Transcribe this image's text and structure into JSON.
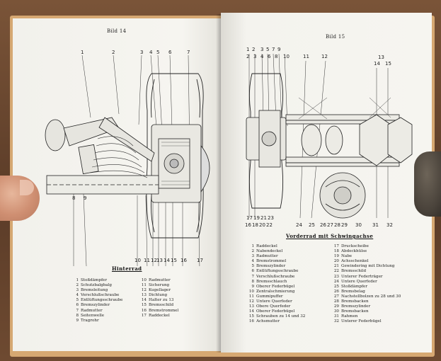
{
  "left_page": {
    "figure_title": "Bild 14",
    "callouts_top": [
      "1",
      "2",
      "3",
      "4",
      "5",
      "6",
      "7"
    ],
    "callouts_left": [
      "8",
      "9"
    ],
    "callouts_bottom": [
      "10",
      "11",
      "12",
      "13",
      "14",
      "15",
      "16",
      "17"
    ],
    "caption": "Hinterrad",
    "legend_col1": [
      {
        "num": "1",
        "text": "Stoßdämpfer"
      },
      {
        "num": "2",
        "text": "Schutzbalgbalg"
      },
      {
        "num": "3",
        "text": "Bremsleitung"
      },
      {
        "num": "4",
        "text": "Verschlußschraube"
      },
      {
        "num": "5",
        "text": "Entlüftungsschraube"
      },
      {
        "num": "6",
        "text": "Bremszylinder"
      },
      {
        "num": "7",
        "text": "Radmutter"
      },
      {
        "num": "8",
        "text": "Seitenwelle"
      },
      {
        "num": "9",
        "text": "Tragrohr"
      }
    ],
    "legend_col2": [
      {
        "num": "10",
        "text": "Radmutter"
      },
      {
        "num": "11",
        "text": "Sicherung"
      },
      {
        "num": "12",
        "text": "Kugellager"
      },
      {
        "num": "13",
        "text": "Dichtung"
      },
      {
        "num": "14",
        "text": "Halter zu 13"
      },
      {
        "num": "15",
        "text": "Bremsschild"
      },
      {
        "num": "16",
        "text": "Bremstrommel"
      },
      {
        "num": "17",
        "text": "Raddeckel"
      }
    ]
  },
  "right_page": {
    "figure_title": "Bild 15",
    "callouts_top": [
      "1",
      "2",
      "3",
      "4",
      "5",
      "6",
      "7",
      "8",
      "9",
      "10",
      "11",
      "12",
      "13",
      "14",
      "15"
    ],
    "callouts_bottom": [
      "16",
      "17",
      "18",
      "19",
      "20",
      "21",
      "22",
      "23",
      "24",
      "25",
      "26",
      "27",
      "28",
      "29",
      "30",
      "31",
      "32"
    ],
    "caption": "Vorderrad mit Schwingachse",
    "legend_col1": [
      {
        "num": "1",
        "text": "Raddeckel"
      },
      {
        "num": "2",
        "text": "Nabendeckel"
      },
      {
        "num": "3",
        "text": "Radmutter"
      },
      {
        "num": "4",
        "text": "Bremstrommel"
      },
      {
        "num": "5",
        "text": "Bremszylinder"
      },
      {
        "num": "6",
        "text": "Entlüftungsschraube"
      },
      {
        "num": "7",
        "text": "Verschlußschraube"
      },
      {
        "num": "8",
        "text": "Bremsschlauch"
      },
      {
        "num": "9",
        "text": "Oberer Federbügel"
      },
      {
        "num": "10",
        "text": "Zentralschmierung"
      },
      {
        "num": "11",
        "text": "Gummipuffer"
      },
      {
        "num": "12",
        "text": "Untere Querfeder"
      },
      {
        "num": "13",
        "text": "Obere Querfeder"
      },
      {
        "num": "14",
        "text": "Oberer Federbügel"
      },
      {
        "num": "15",
        "text": "Schrauben zu 14 und 32"
      },
      {
        "num": "16",
        "text": "Achsmutter"
      }
    ],
    "legend_col2": [
      {
        "num": "17",
        "text": "Druckscheibe"
      },
      {
        "num": "18",
        "text": "Abdeckhülse"
      },
      {
        "num": "19",
        "text": "Nabe"
      },
      {
        "num": "20",
        "text": "Achsschenkel"
      },
      {
        "num": "21",
        "text": "Gewindering mit Dichtung"
      },
      {
        "num": "22",
        "text": "Bremsschild"
      },
      {
        "num": "23",
        "text": "Unterer Federträger"
      },
      {
        "num": "24",
        "text": "Untere Querfeder"
      },
      {
        "num": "25",
        "text": "Stoßdämpfer"
      },
      {
        "num": "26",
        "text": "Bremsbelag"
      },
      {
        "num": "27",
        "text": "Nachstellbolzen zu 28 und 30"
      },
      {
        "num": "28",
        "text": "Bremsbacken"
      },
      {
        "num": "29",
        "text": "Bremszylinder"
      },
      {
        "num": "30",
        "text": "Bremsbacken"
      },
      {
        "num": "31",
        "text": "Rahmen"
      },
      {
        "num": "32",
        "text": "Unterer Federbügel"
      }
    ]
  }
}
